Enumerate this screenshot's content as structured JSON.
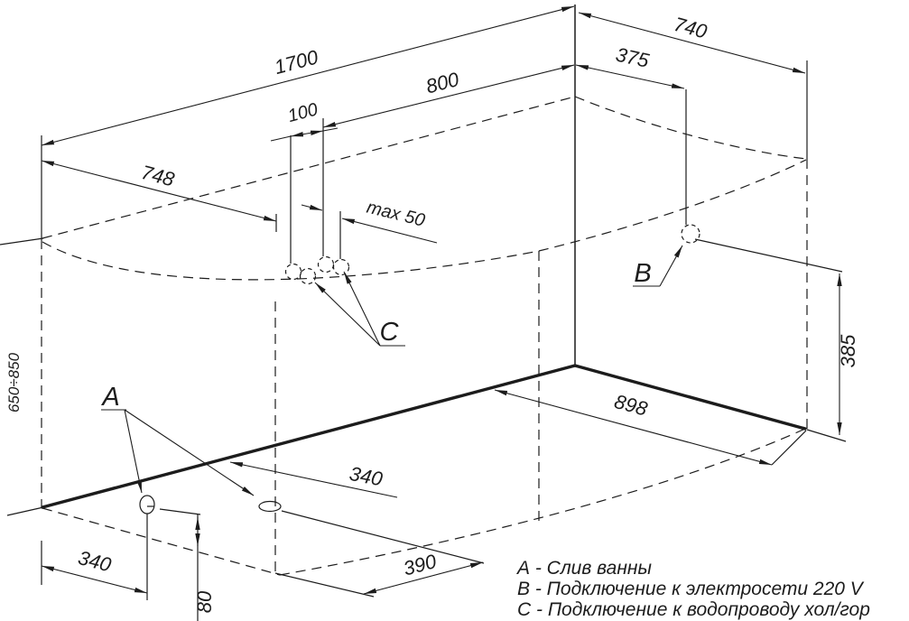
{
  "title": "bathtub-installation-diagram",
  "colors": {
    "background": "#ffffff",
    "line": "#1c1c1c"
  },
  "dims": {
    "overall_length": "1700",
    "overall_width": "740",
    "left_depth": "748",
    "water_offset": "800",
    "water_pair_gap": "100",
    "water_max": "max 50",
    "power_offset": "375",
    "power_height": "385",
    "floor_diagonal": "898",
    "drain_from_end": "340",
    "drain_from_wall": "340",
    "drain_to_seam": "390",
    "drain_edge_gap": "80",
    "mount_height_range": "650÷850"
  },
  "point_labels": {
    "drain": "A",
    "power": "B",
    "water": "C"
  },
  "legend": {
    "drain": "А - Слив ванны",
    "power": "В - Подключение к электросети 220 V",
    "water": "С - Подключение к водопроводу хол/гор"
  }
}
